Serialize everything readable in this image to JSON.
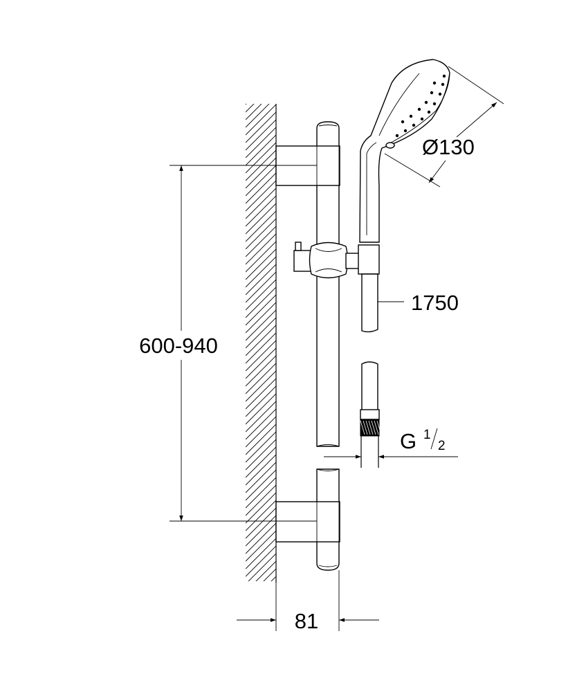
{
  "diagram": {
    "dimensions": {
      "bar_height": "600-940",
      "wall_projection": "81",
      "hose_length": "1750",
      "head_diameter": "Ø130",
      "thread_main": "G",
      "thread_num": "1",
      "thread_den": "2"
    }
  }
}
